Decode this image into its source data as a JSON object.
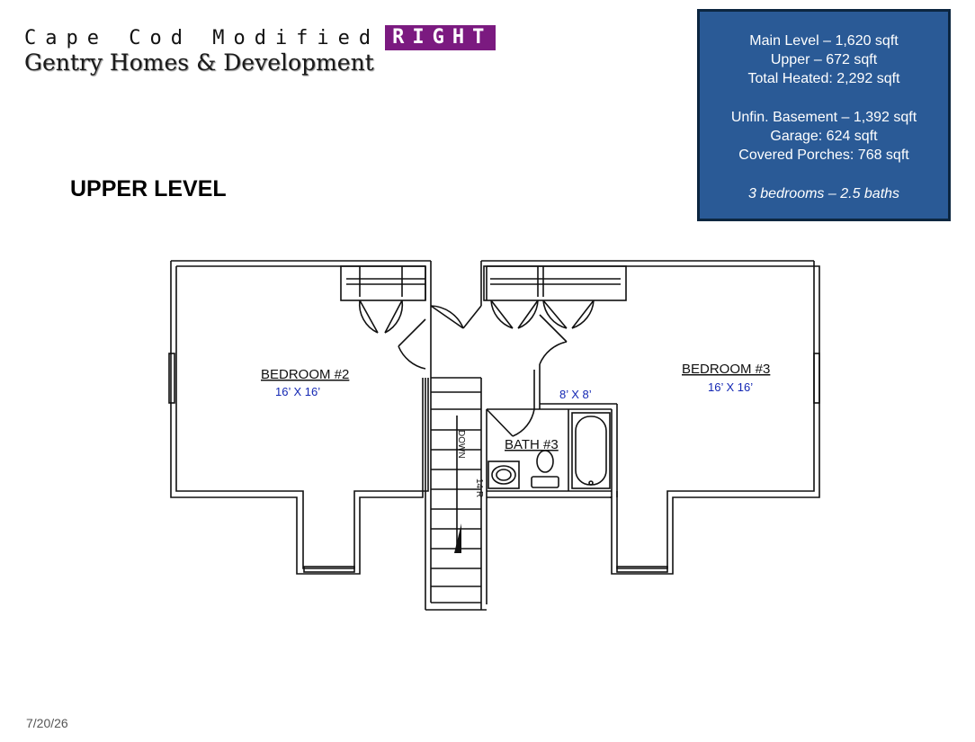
{
  "header": {
    "plan_name": "Cape Cod Modified",
    "plan_variant": "RIGHT",
    "company": "Gentry Homes & Development"
  },
  "level_title": "UPPER LEVEL",
  "info_box": {
    "main_level": "Main Level – 1,620 sqft",
    "upper": "Upper – 672 sqft",
    "total_heated": "Total Heated:  2,292 sqft",
    "basement": "Unfin. Basement – 1,392 sqft",
    "garage": "Garage: 624 sqft",
    "porches": "Covered Porches: 768 sqft",
    "summary": "3 bedrooms – 2.5 baths"
  },
  "rooms": {
    "bedroom2": {
      "name": "BEDROOM #2",
      "size": "16’ X 16’"
    },
    "bedroom3": {
      "name": "BEDROOM #3",
      "size": "16’ X 16’"
    },
    "bath3": {
      "name": "BATH #3",
      "size": "8’ X 8’"
    }
  },
  "stairs": {
    "label": "DOWN",
    "extra": "14 R"
  },
  "footer": {
    "date": "7/20/26"
  },
  "colors": {
    "badge_purple": "#7b1a80",
    "info_box_blue": "#2a5a96",
    "info_box_border": "#0c2640",
    "dimension_blue": "#1428b4"
  }
}
